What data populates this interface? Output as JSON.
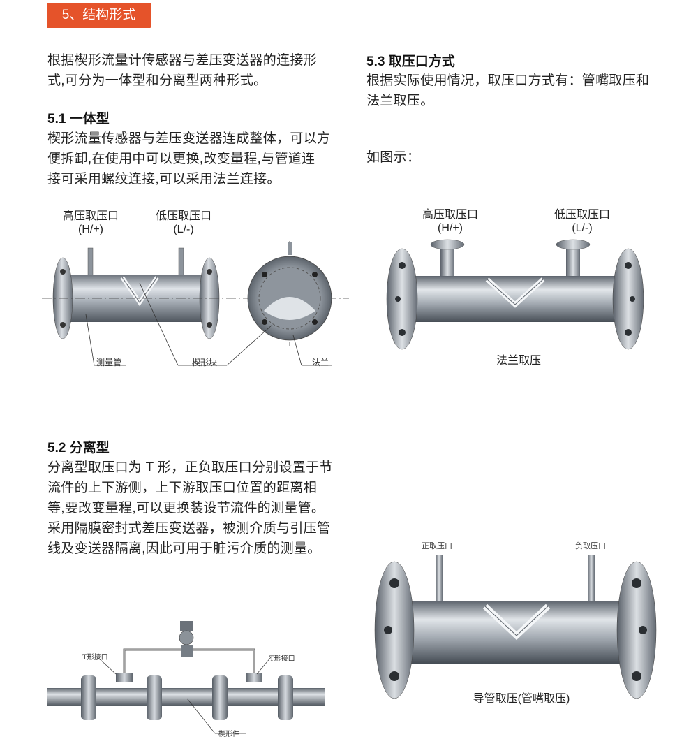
{
  "section_title": "5、结构形式",
  "intro": {
    "line1": "根据楔形流量计传感器与差压变送器的连接形",
    "line2": "式,可分为一体型和分离型两种形式。"
  },
  "s51": {
    "heading": "5.1 一体型",
    "line1": "楔形流量传感器与差压变送器连成整体，可以方",
    "line2": "便拆卸,在使用中可以更换,改变量程,与管道连",
    "line3": "接可采用螺纹连接,可以采用法兰连接。"
  },
  "s52": {
    "heading": "5.2 分离型",
    "line1": "分离型取压口为 T 形，正负取压口分别设置于节",
    "line2": "流件的上下游侧，上下游取压口位置的距离相",
    "line3": "等,要改变量程,可以更换装设节流件的测量管。",
    "line4": "采用隔膜密封式差压变送器，被测介质与引压管",
    "line5": "线及变送器隔离,因此可用于脏污介质的测量。"
  },
  "s53": {
    "heading": "5.3 取压口方式",
    "line1": "根据实际使用情况，取压口方式有：管嘴取压和",
    "line2": "法兰取压。",
    "line3": "如图示："
  },
  "fig1": {
    "high_label": "高压取压口",
    "high_sign": "(H/+)",
    "low_label": "低压取压口",
    "low_sign": "(L/-)",
    "callout_tube": "测量管",
    "callout_wedge": "楔形块",
    "callout_flange": "法兰"
  },
  "fig2": {
    "high_label": "高压取压口",
    "high_sign": "(H/+)",
    "low_label": "低压取压口",
    "low_sign": "(L/-)",
    "caption": "法兰取压"
  },
  "fig3": {
    "t_left": "T形接口",
    "t_right": "T形接口",
    "wedge": "楔形件"
  },
  "fig4": {
    "pos_label": "正取压口",
    "neg_label": "负取压口",
    "caption": "导管取压(管嘴取压)"
  },
  "colors": {
    "accent": "#e5532a",
    "metal_dark": "#5f6670",
    "metal_light": "#d7dce2"
  }
}
